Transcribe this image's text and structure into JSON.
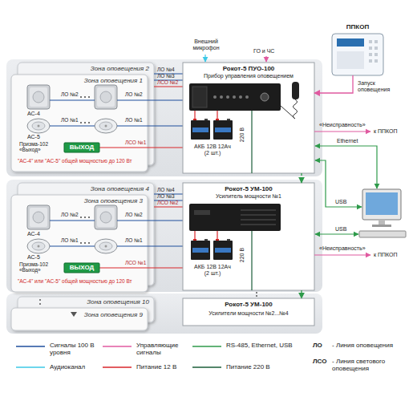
{
  "diagram": {
    "nodes": [
      {
        "text": [
          "ППКОП"
        ]
      },
      {
        "text": [
          "Зона оповещения 2"
        ]
      },
      {
        "text": [
          "Зона оповещения 1"
        ],
        "in": 1
      },
      {
        "text": [
          "ВЫХОД"
        ],
        "in": 2
      },
      {
        "text": [
          "Рокот-5 ПУО-100",
          "Прибор управления оповещением",
          "АКБ 12В 12Ач (2 шт.)",
          "220 В"
        ]
      },
      {
        "text": [
          "Зона оповещения 4"
        ]
      },
      {
        "text": [
          "Зона оповещения 3"
        ],
        "in": 5
      },
      {
        "text": [
          "ВЫХОД"
        ],
        "in": 6
      },
      {
        "text": [
          "Рокот-5 УМ-100",
          "Усилитель мощности №1",
          "АКБ 12В 12Ач (2 шт.)",
          "220 В"
        ]
      },
      {
        "text": [
          "Зона оповещения 10"
        ]
      },
      {
        "text": [
          "Зона оповещения 9"
        ],
        "in": 9
      },
      {
        "text": [
          "Рокот-5 УМ-100",
          "Усилители мощности №2...№4"
        ]
      }
    ],
    "edges": [
      {
        "from": 0,
        "to": 4,
        "label": "Запуск оповещения",
        "arrow": "to"
      },
      {
        "from": 4,
        "to": 8,
        "arrow": "to"
      },
      {
        "from": 8,
        "to": 11,
        "arrow": "to"
      }
    ],
    "labels": [
      "Внешний микрофон",
      "ГО и ЧС",
      "ЛО №4",
      "ЛО №3",
      "ЛСО №2",
      "ЛО №2",
      "ЛО №2",
      "АС-4",
      "ЛО №1",
      "ЛО №1",
      "АС-5",
      "Призма-102 «Выход»",
      "ЛСО №1",
      "\"АС-4\" или \"АС-5\" общей мощностью до 120 Вт",
      "«Неисправность»",
      "к ППКОП",
      "Ethernet",
      "USB",
      "ЛО №4",
      "ЛО №3",
      "ЛСО №2",
      "ЛО №2",
      "ЛО №2",
      "АС-4",
      "ЛО №1",
      "ЛО №1",
      "АС-5",
      "Призма-102 «Выход»",
      "ЛСО №1",
      "\"АС-4\" или \"АС-5\" общей мощностью до 120 Вт",
      "USB",
      "«Неисправность»",
      "к ППКОП",
      "ЛО",
      "- Линия оповещения",
      "ЛСО",
      "- Линия светового оповещения"
    ],
    "legend": [
      {
        "text": "Сигналы 100 В уровня"
      },
      {
        "text": "Аудиоканал"
      },
      {
        "text": "Управляющие сигналы"
      },
      {
        "text": "Питание 12 В"
      },
      {
        "text": "RS-485, Ethernet, USB"
      },
      {
        "text": "Питание 220 В"
      }
    ]
  }
}
